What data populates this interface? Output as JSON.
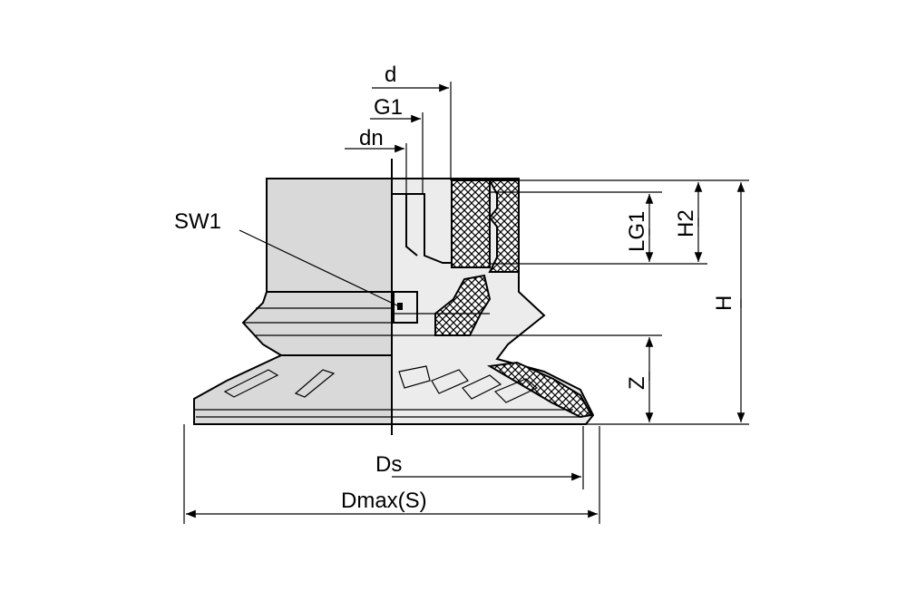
{
  "labels": {
    "d": "d",
    "g1": "G1",
    "dn": "dn",
    "sw1": "SW1",
    "lg1": "LG1",
    "h2": "H2",
    "h": "H",
    "z": "Z",
    "ds": "Ds",
    "dmax": "Dmax(S)"
  },
  "colors": {
    "line": "#000000",
    "body": "#d9d9d9",
    "section": "#ececec",
    "background": "#ffffff"
  }
}
